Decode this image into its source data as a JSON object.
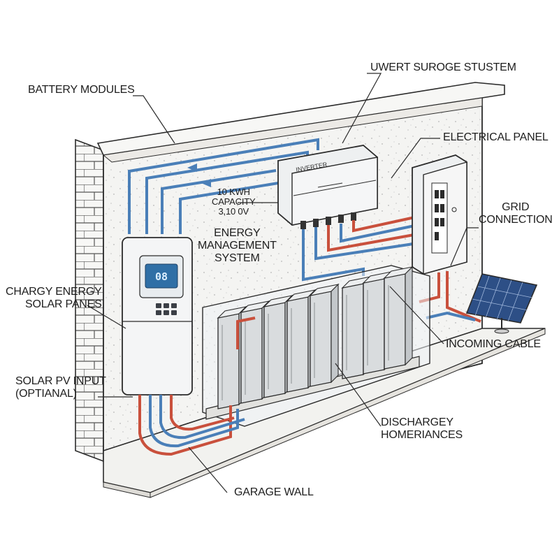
{
  "labels": {
    "battery_modules": "BATTERY MODULES",
    "surge_system": "UWERT SUROGE STUSTEM",
    "electrical_panel": "ELECTRICAL PANEL",
    "grid_connection": "GRID\nCONNECTION",
    "capacity": "10 KWH\nCAPACITY\n3,10 0V",
    "ems": "ENERGY\nMANAGEMENT\nSYSTEM",
    "chargy_energy": "CHARGY ENERGY\nSOLAR PANES",
    "solar_pv_input": "SOLAR PV INPUT\n(OPTIANAL)",
    "incoming_cable": "INCOMING CABLE",
    "dischargey": "DISCHARGEY\nHOMERIANCES",
    "garage_wall": "GARAGE WALL"
  },
  "inverter_label": "INVERTER",
  "ems_display": "08",
  "colors": {
    "line_art": "#2b2b2b",
    "blue_cable": "#4a7fb8",
    "red_cable": "#c9503c",
    "wall_fill": "#f3f3f1",
    "solar_panel": "#2d4f86"
  }
}
